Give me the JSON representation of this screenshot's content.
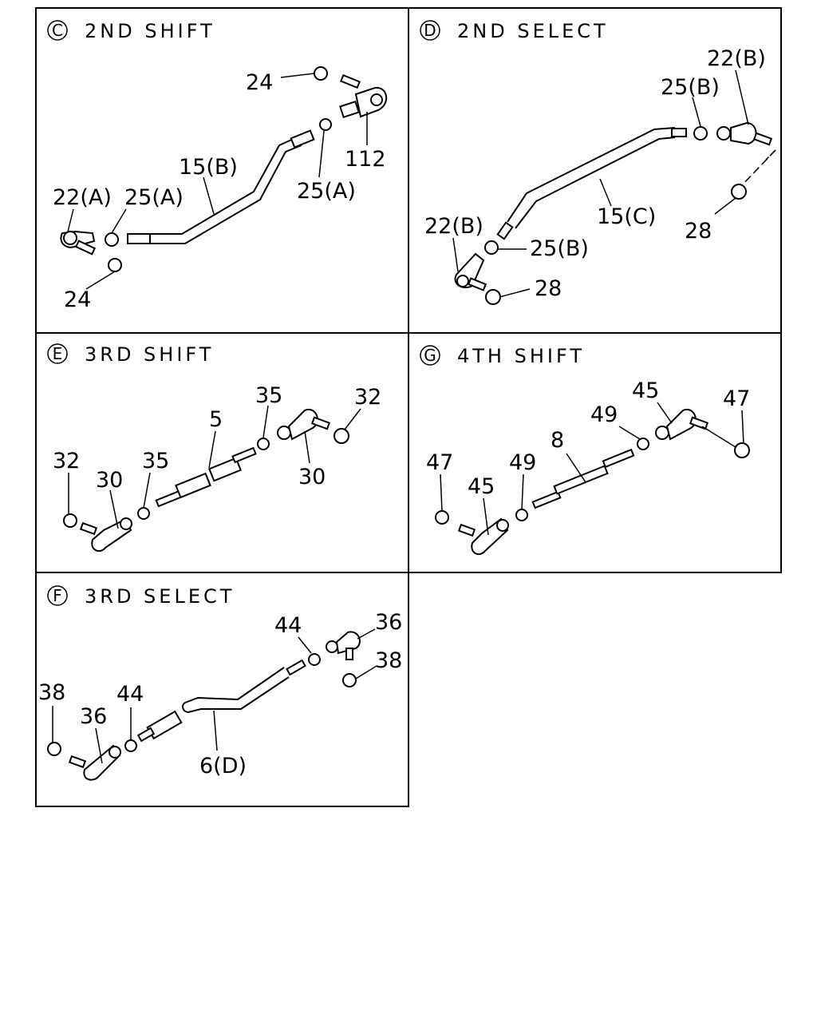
{
  "panels": [
    {
      "letter": "C",
      "title": "2ND SHIFT",
      "labels": [
        "24",
        "112",
        "15(B)",
        "25(A)",
        "22(A)",
        "25(A)",
        "24"
      ]
    },
    {
      "letter": "D",
      "title": "2ND SELECT",
      "labels": [
        "22(B)",
        "25(B)",
        "15(C)",
        "28",
        "22(B)",
        "25(B)",
        "28"
      ]
    },
    {
      "letter": "E",
      "title": "3RD SHIFT",
      "labels": [
        "35",
        "32",
        "5",
        "30",
        "32",
        "30",
        "35"
      ]
    },
    {
      "letter": "G",
      "title": "4TH SHIFT",
      "labels": [
        "45",
        "47",
        "49",
        "8",
        "47",
        "45",
        "49"
      ]
    },
    {
      "letter": "F",
      "title": "3RD SELECT",
      "labels": [
        "44",
        "36",
        "38",
        "38",
        "36",
        "44",
        "6(D)"
      ]
    }
  ]
}
